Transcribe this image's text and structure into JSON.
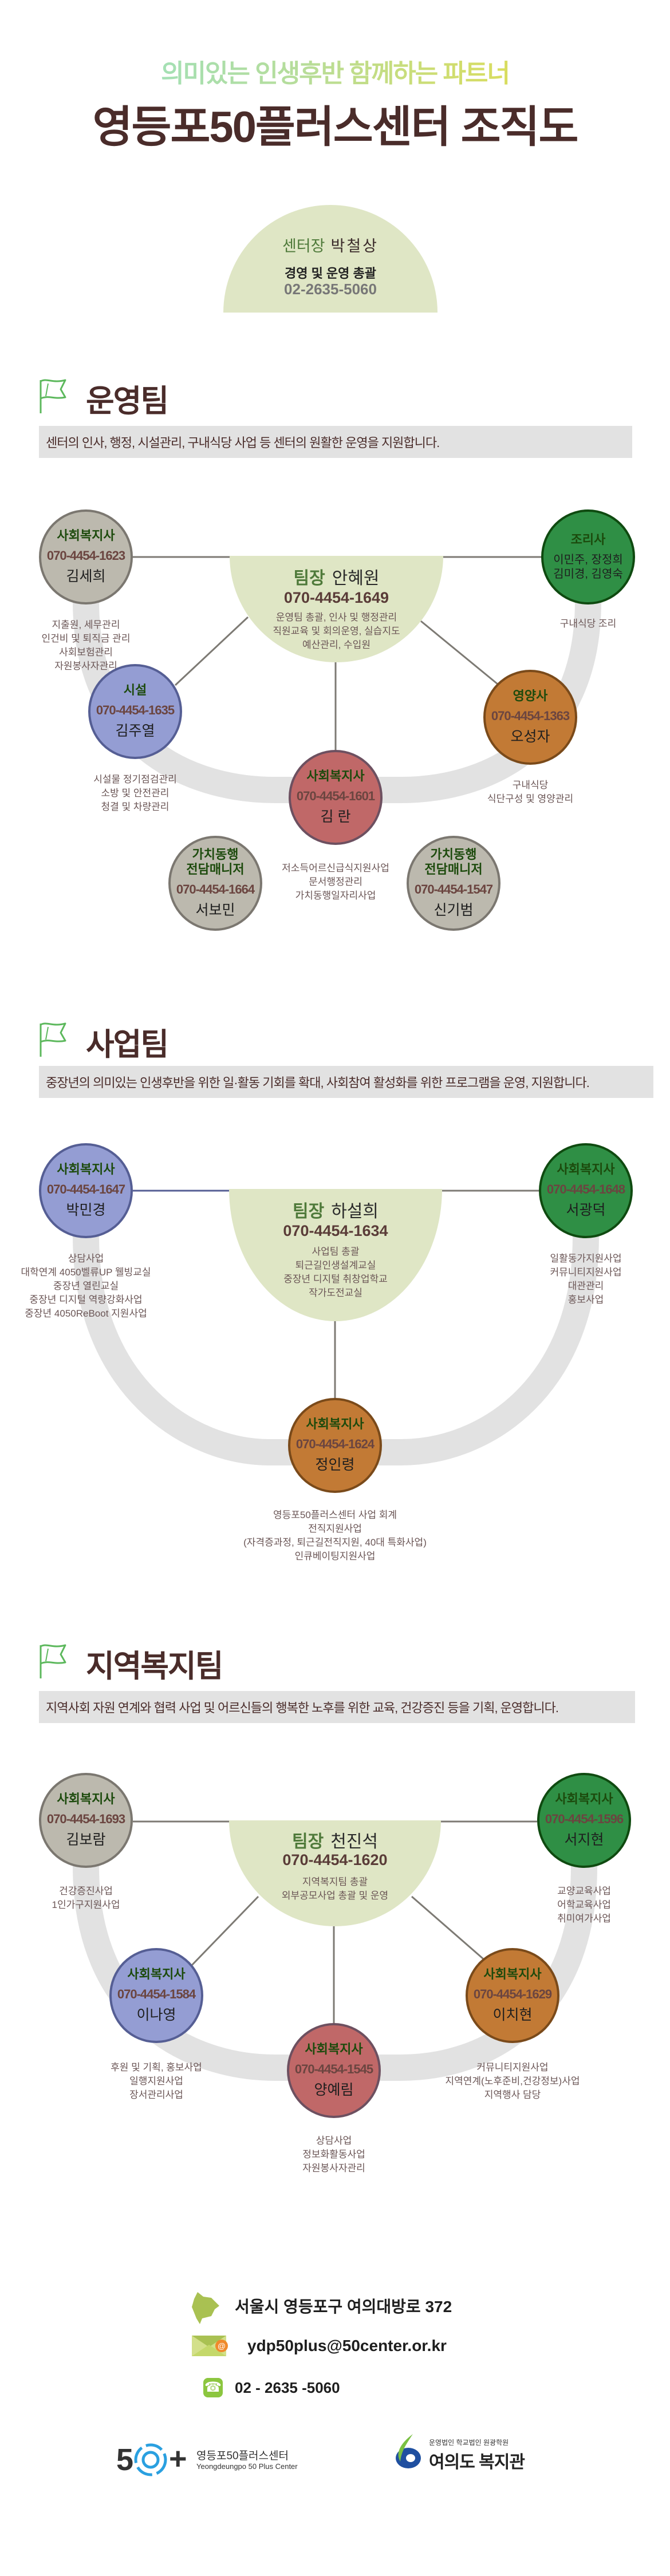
{
  "header": {
    "subtitle": "의미있는 인생후반 함께하는 파트너",
    "title": "영등포50플러스센터 조직도"
  },
  "director": {
    "role": "센터장",
    "name": "박철상",
    "duty": "경영 및 운영 총괄",
    "phone": "02-2635-5060"
  },
  "colors": {
    "grey": {
      "fill": "#bcb9ae",
      "border": "#7b7770"
    },
    "green": {
      "fill": "#2f8f45",
      "border": "#0f4a10"
    },
    "blue": {
      "fill": "#949dd3",
      "border": "#555e94"
    },
    "orange": {
      "fill": "#c27a35",
      "border": "#7a4a1a"
    },
    "red": {
      "fill": "#c06868",
      "border": "#6d5060"
    },
    "dome": "#dfe6c5",
    "title": "#4a2c2a"
  },
  "teams": [
    {
      "title": "운영팀",
      "description": "센터의 인사, 행정, 시설관리, 구내식당 사업 등 센터의 원활한 운영을 지원합니다.",
      "lead": {
        "role": "팀장",
        "name": "안혜원",
        "phone": "070-4454-1649",
        "duties": [
          "운영팀 총괄, 인사 및 행정관리",
          "직원교육 및 회의운영, 실습지도",
          "예산관리, 수입원"
        ]
      },
      "members": [
        {
          "role": "사회복지사",
          "phone": "070-4454-1623",
          "name": "김세희",
          "color": "grey",
          "duties": [
            "지출원, 세무관리",
            "인건비 및 퇴직금 관리",
            "사회보험관리",
            "자원봉사자관리"
          ]
        },
        {
          "role": "조리사",
          "name": "이민주, 장정희\n김미경, 김영숙",
          "color": "green",
          "duties": [
            "구내식당 조리"
          ]
        },
        {
          "role": "시설",
          "phone": "070-4454-1635",
          "name": "김주열",
          "color": "blue",
          "duties": [
            "시설물 정기점검관리",
            "소방 및 안전관리",
            "청결 및 차량관리"
          ]
        },
        {
          "role": "영양사",
          "phone": "070-4454-1363",
          "name": "오성자",
          "color": "orange",
          "duties": [
            "구내식당",
            "식단구성 및 영양관리"
          ]
        },
        {
          "role": "사회복지사",
          "phone": "070-4454-1601",
          "name": "김 란",
          "color": "red",
          "duties": [
            "저소득어르신급식지원사업",
            "문서행정관리",
            "가치동행일자리사업"
          ]
        },
        {
          "role": "가치동행\n전담매니저",
          "phone": "070-4454-1664",
          "name": "서보민",
          "color": "grey",
          "duties": []
        },
        {
          "role": "가치동행\n전담매니저",
          "phone": "070-4454-1547",
          "name": "신기범",
          "color": "grey",
          "duties": []
        }
      ]
    },
    {
      "title": "사업팀",
      "description": "중장년의 의미있는 인생후반을 위한 일·활동 기회를 확대, 사회참여 활성화를 위한 프로그램을 운영, 지원합니다.",
      "lead": {
        "role": "팀장",
        "name": "하설희",
        "phone": "070-4454-1634",
        "duties": [
          "사업팀 총괄",
          "퇴근길인생설계교실",
          "중장년 디지털 취창업학교",
          "작가도전교실"
        ]
      },
      "members": [
        {
          "role": "사회복지사",
          "phone": "070-4454-1647",
          "name": "박민경",
          "color": "blue",
          "duties": [
            "상담사업",
            "대학연계 4050벨류UP 웰빙교실",
            "중장년 열린교실",
            "중장년 디지털 역량강화사업",
            "중장년 4050ReBoot 지원사업"
          ]
        },
        {
          "role": "사회복지사",
          "phone": "070-4454-1648",
          "name": "서광덕",
          "color": "green",
          "duties": [
            "일활동가지원사업",
            "커뮤니티지원사업",
            "대관관리",
            "홍보사업"
          ]
        },
        {
          "role": "사회복지사",
          "phone": "070-4454-1624",
          "name": "정인령",
          "color": "orange",
          "duties": [
            "영등포50플러스센터 사업 회계",
            "전직지원사업",
            "(자격증과정, 퇴근길전직지원, 40대 특화사업)",
            "인큐베이팅지원사업"
          ]
        }
      ]
    },
    {
      "title": "지역복지팀",
      "description": "지역사회 자원 연계와 협력 사업 및 어르신들의 행복한 노후를 위한 교육, 건강증진 등을 기획, 운영합니다.",
      "lead": {
        "role": "팀장",
        "name": "천진석",
        "phone": "070-4454-1620",
        "duties": [
          "지역복지팀 총괄",
          "외부공모사업 총괄 및 운영"
        ]
      },
      "members": [
        {
          "role": "사회복지사",
          "phone": "070-4454-1693",
          "name": "김보람",
          "color": "grey",
          "duties": [
            "건강증진사업",
            "1인가구지원사업"
          ]
        },
        {
          "role": "사회복지사",
          "phone": "070-4454-1596",
          "name": "서지현",
          "color": "green",
          "duties": [
            "교양교육사업",
            "어학교육사업",
            "취미여가사업"
          ]
        },
        {
          "role": "사회복지사",
          "phone": "070-4454-1584",
          "name": "이나영",
          "color": "blue",
          "duties": [
            "후원 및 기획, 홍보사업",
            "일행지원사업",
            "장서관리사업"
          ]
        },
        {
          "role": "사회복지사",
          "phone": "070-4454-1629",
          "name": "이치현",
          "color": "orange",
          "duties": [
            "커뮤니티지원사업",
            "지역연계(노후준비,건강정보)사업",
            "지역행사 담당"
          ]
        },
        {
          "role": "사회복지사",
          "phone": "070-4454-1545",
          "name": "양예림",
          "color": "red",
          "duties": [
            "상담사업",
            "정보화활동사업",
            "자원봉사자관리"
          ]
        }
      ]
    }
  ],
  "footer": {
    "address": "서울시 영등포구 여의대방로 372",
    "email": "ydp50plus@50center.or.kr",
    "phone": "02 - 2635 -5060",
    "logo_center_ko": "영등포50플러스센터",
    "logo_center_en": "Yeongdeungpo 50 Plus Center",
    "logo_welfare_small": "운영법인 학교법인 원광학원",
    "logo_welfare_name": "여의도 복지관"
  }
}
